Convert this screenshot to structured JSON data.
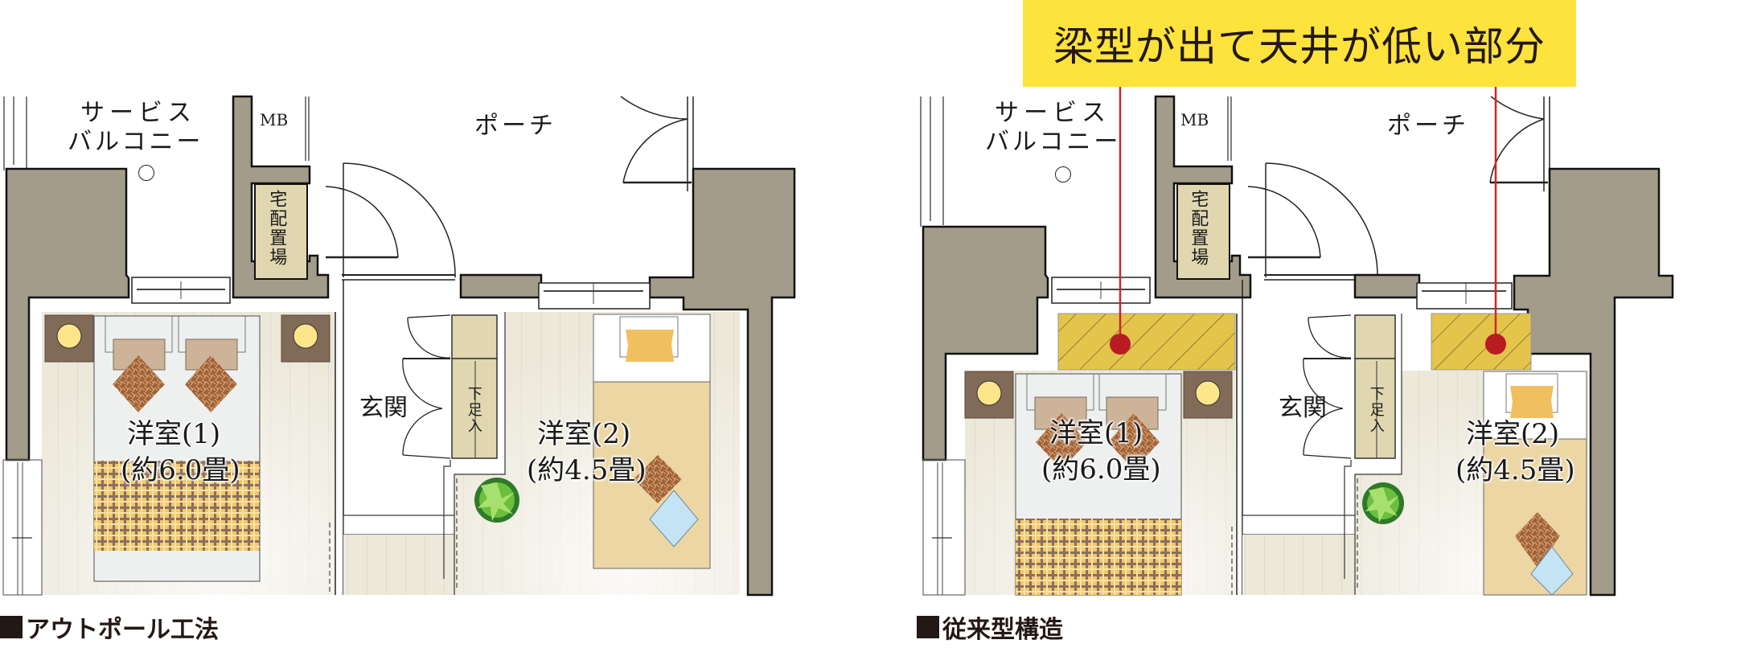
{
  "banner": {
    "text": "梁型が出て天井が低い部分",
    "color": "#fde33c",
    "marker_color": "#b81c22"
  },
  "plans": [
    {
      "id": "outpole",
      "caption": "アウトポール工法",
      "labels": {
        "service_balcony_line1": "サービス",
        "service_balcony_line2": "バルコニー",
        "mb": "MB",
        "porch": "ポーチ",
        "delivery_box": "宅配置場",
        "entrance": "玄関",
        "shoe_box": "下足入",
        "room1_name": "洋室(1)",
        "room1_size": "(約6.0畳)",
        "room2_name": "洋室(2)",
        "room2_size": "(約4.5畳)"
      }
    },
    {
      "id": "conventional",
      "caption": "従来型構造",
      "labels": {
        "service_balcony_line1": "サービス",
        "service_balcony_line2": "バルコニー",
        "mb": "MB",
        "porch": "ポーチ",
        "delivery_box": "宅配置場",
        "entrance": "玄関",
        "shoe_box": "下足入",
        "room1_name": "洋室(1)",
        "room1_size": "(約6.0畳)",
        "room2_name": "洋室(2)",
        "room2_size": "(約4.5畳)"
      }
    }
  ],
  "colors": {
    "wall": "#a49c8a",
    "floor": "#ece8da",
    "storage": "#e0d6b0",
    "beam_hatch": "#e4c44a",
    "rug_room2": "#ecd6a4",
    "bed_cover": "#eef0f0",
    "nightstand": "#826a58",
    "lamp": "#fde58a",
    "pillow": "#cdb398",
    "cushion_blue": "#c4e4f6",
    "pillow_yellow": "#f0c060",
    "plant": "#6cbf3c"
  }
}
